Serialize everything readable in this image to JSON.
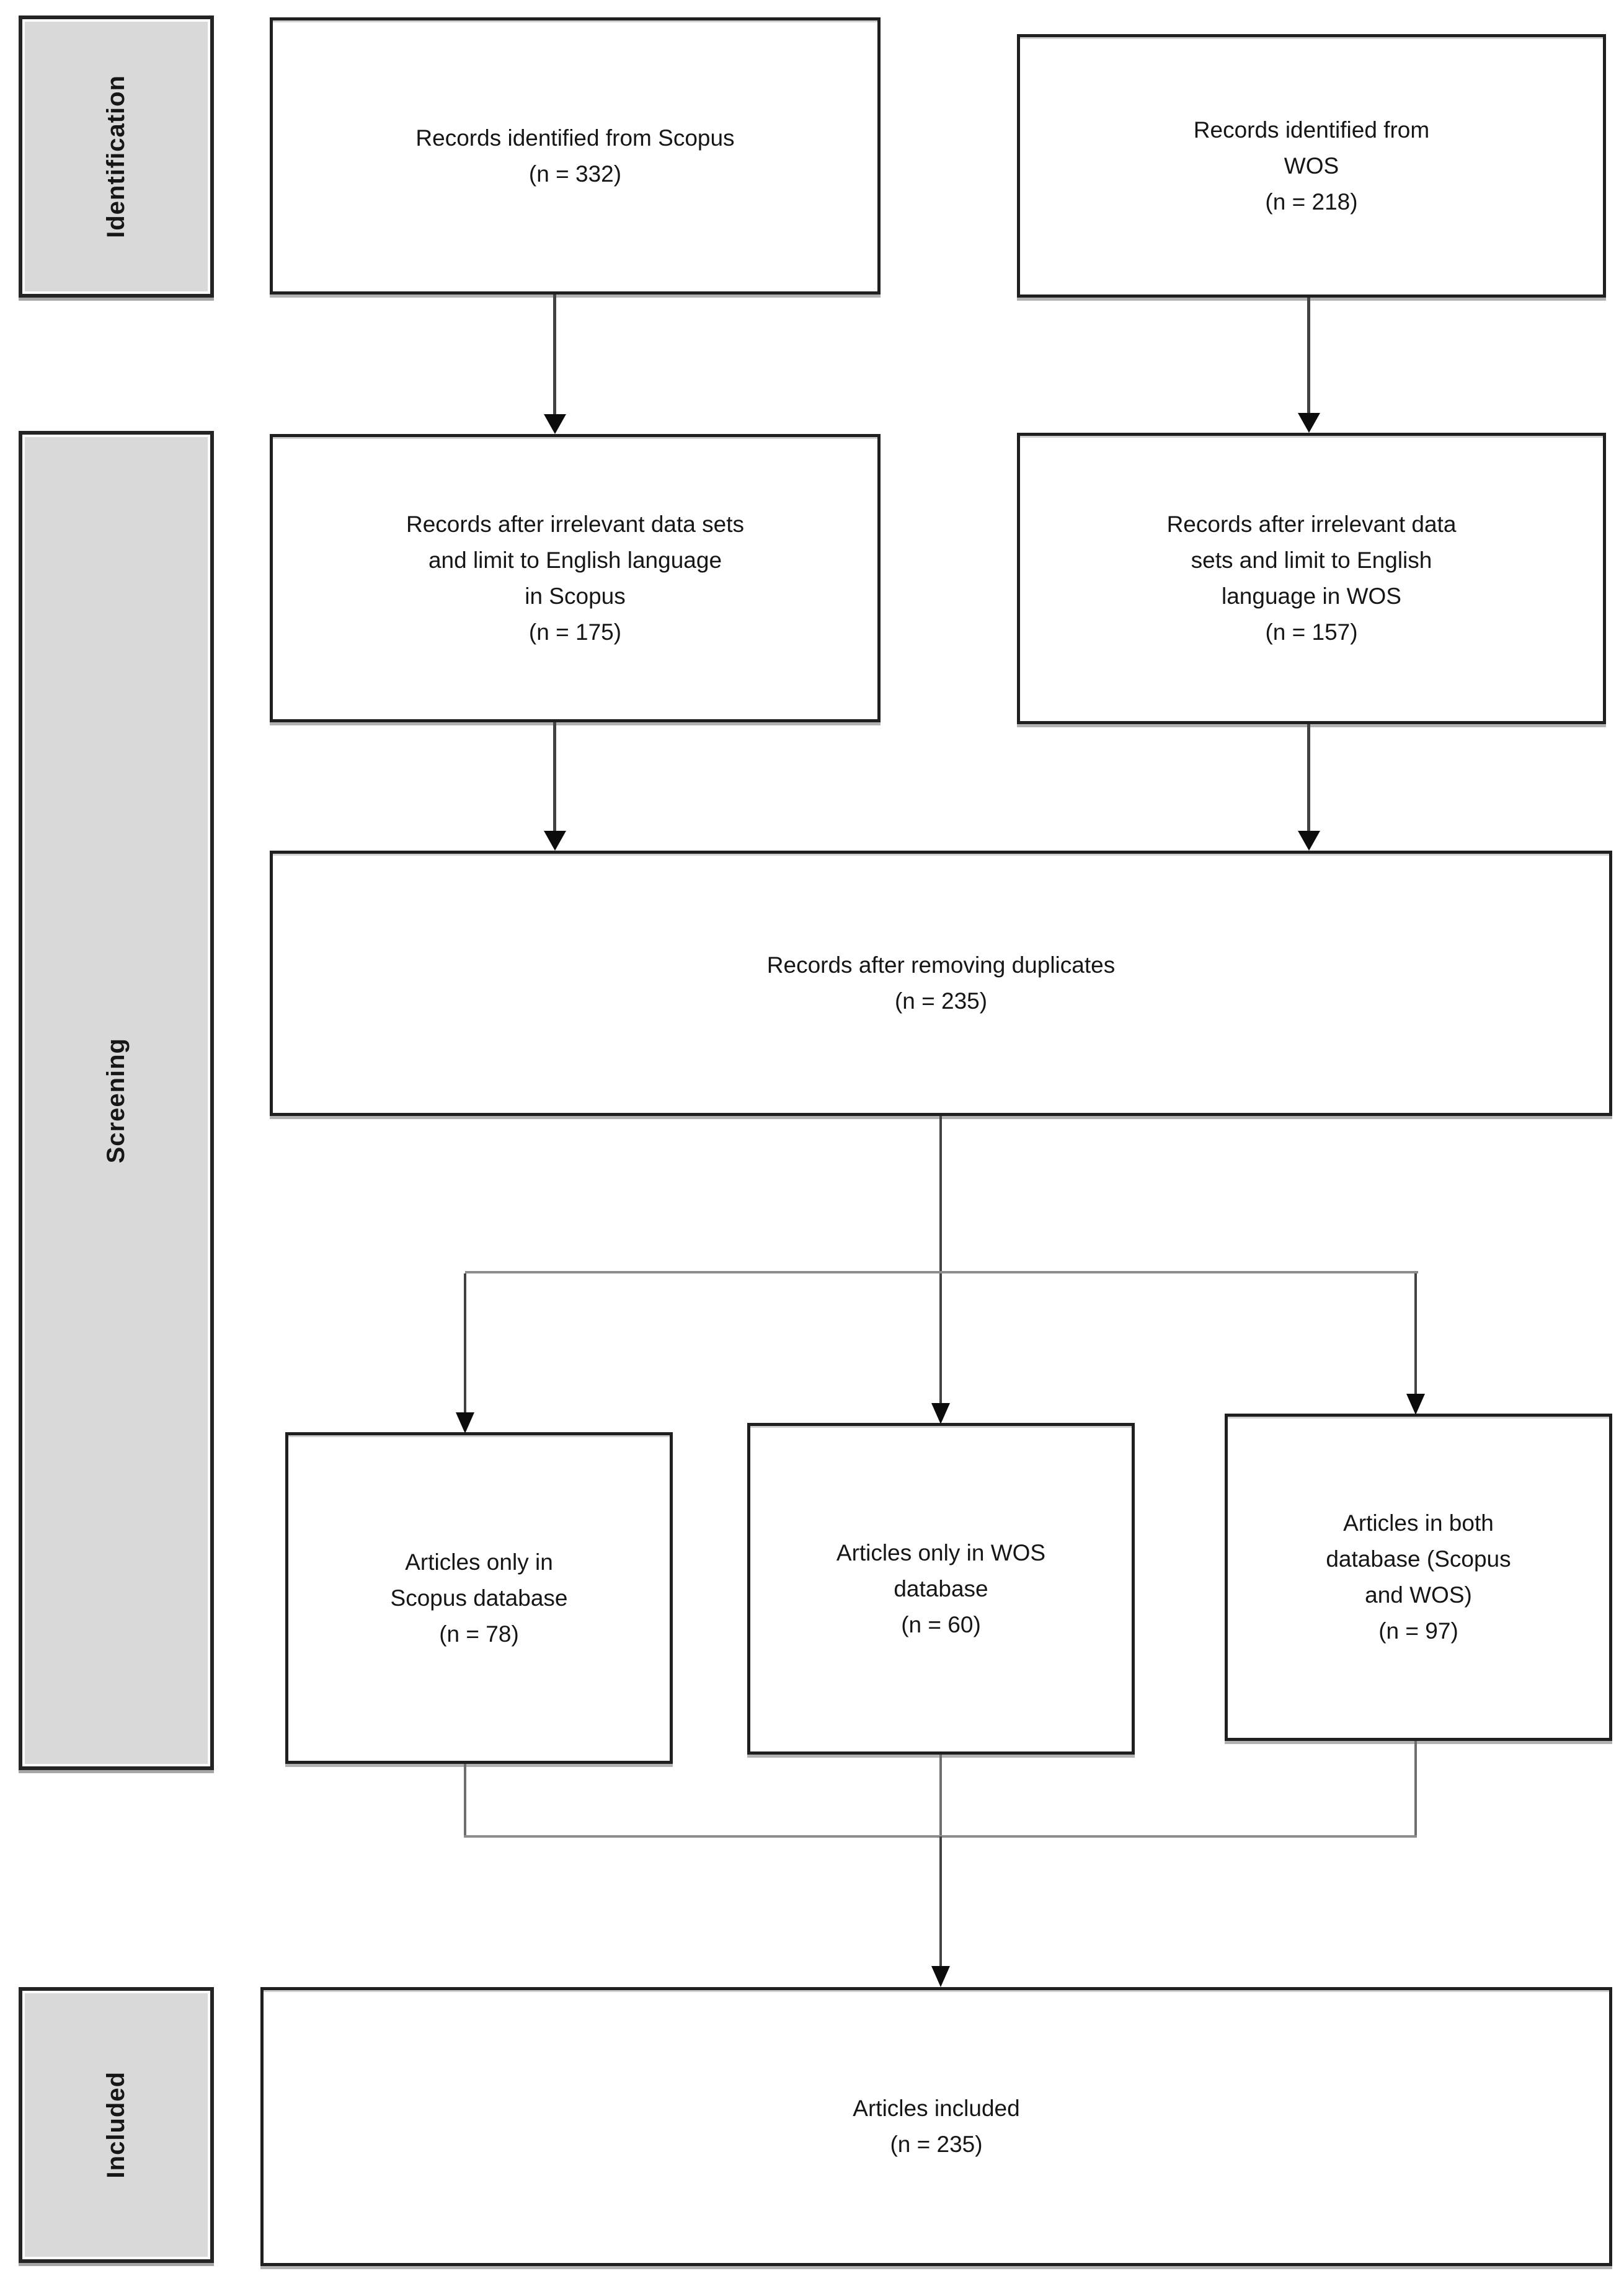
{
  "diagram": {
    "stages": {
      "identification": "Identification",
      "screening": "Screening",
      "included": "Included"
    },
    "boxes": {
      "scopus_identified": {
        "lines": [
          "Records identified from Scopus",
          "(n = 332)"
        ]
      },
      "wos_identified": {
        "lines": [
          "Records identified from",
          "WOS",
          "(n = 218)"
        ]
      },
      "scopus_filtered": {
        "lines": [
          "Records after irrelevant data sets",
          "and limit to English language",
          "in Scopus",
          "(n = 175)"
        ]
      },
      "wos_filtered": {
        "lines": [
          "Records after irrelevant data",
          "sets and limit to English",
          "language in WOS",
          "(n = 157)"
        ]
      },
      "deduplicated": {
        "lines": [
          "Records after removing duplicates",
          "(n = 235)"
        ]
      },
      "scopus_only": {
        "lines": [
          "Articles only in",
          "Scopus database",
          "(n = 78)"
        ]
      },
      "wos_only": {
        "lines": [
          "Articles only in WOS",
          "database",
          "(n = 60)"
        ]
      },
      "both_databases": {
        "lines": [
          "Articles in both",
          "database (Scopus",
          "and WOS)",
          "(n = 97)"
        ]
      },
      "included_articles": {
        "lines": [
          "Articles included",
          "(n = 235)"
        ]
      }
    },
    "colors": {
      "stage_fill": "#d9d9d9",
      "box_fill": "#ffffff",
      "box_border": "#1f1f1f",
      "text": "#161616",
      "connector": "#424242",
      "branch_line": "#8c8c8c",
      "arrowhead": "#0c0c0c",
      "background": "#ffffff"
    }
  }
}
